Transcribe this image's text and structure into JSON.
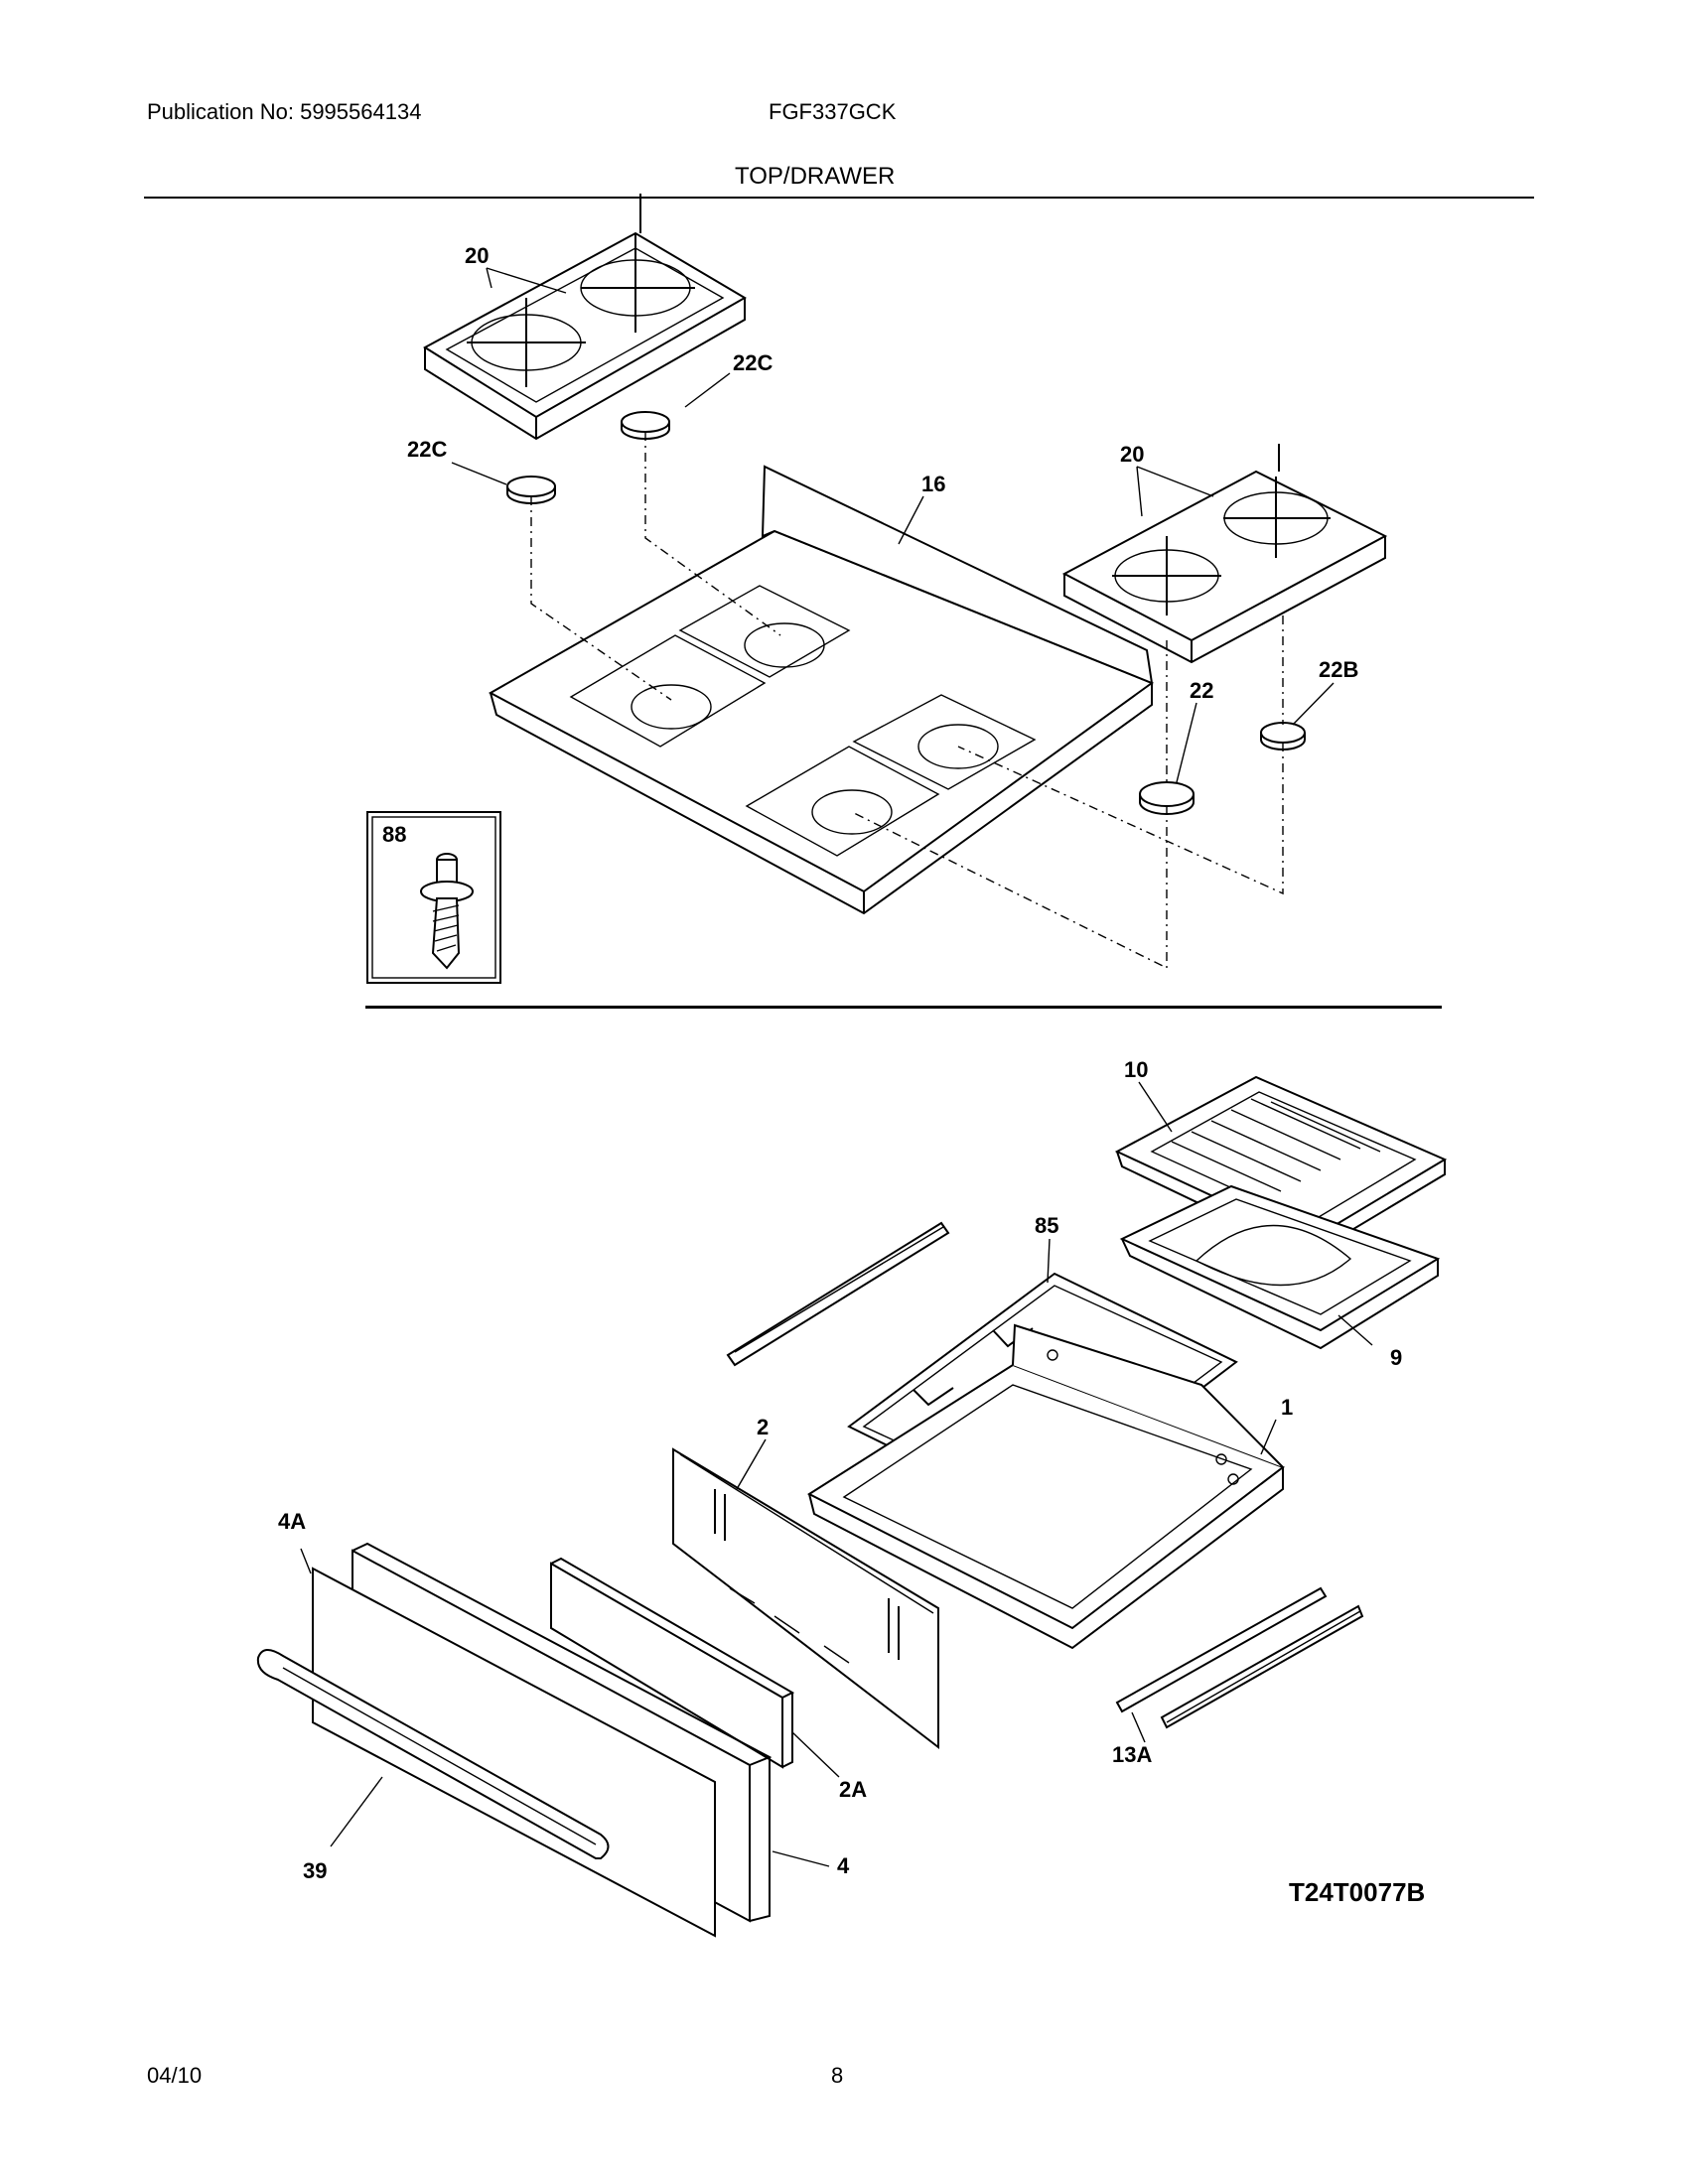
{
  "header": {
    "publication": "Publication No: 5995564134",
    "model": "FGF337GCK",
    "section": "TOP/DRAWER"
  },
  "callouts": {
    "c20a": "20",
    "c22c_right": "22C",
    "c22c_left": "22C",
    "c16": "16",
    "c20b": "20",
    "c22": "22",
    "c22b": "22B",
    "c88": "88",
    "c10": "10",
    "c85": "85",
    "c9": "9",
    "c2": "2",
    "c1": "1",
    "c4a": "4A",
    "c2a": "2A",
    "c13a": "13A",
    "c39": "39",
    "c4": "4"
  },
  "diagram_code": "T24T0077B",
  "footer": {
    "date": "04/10",
    "page": "8"
  }
}
